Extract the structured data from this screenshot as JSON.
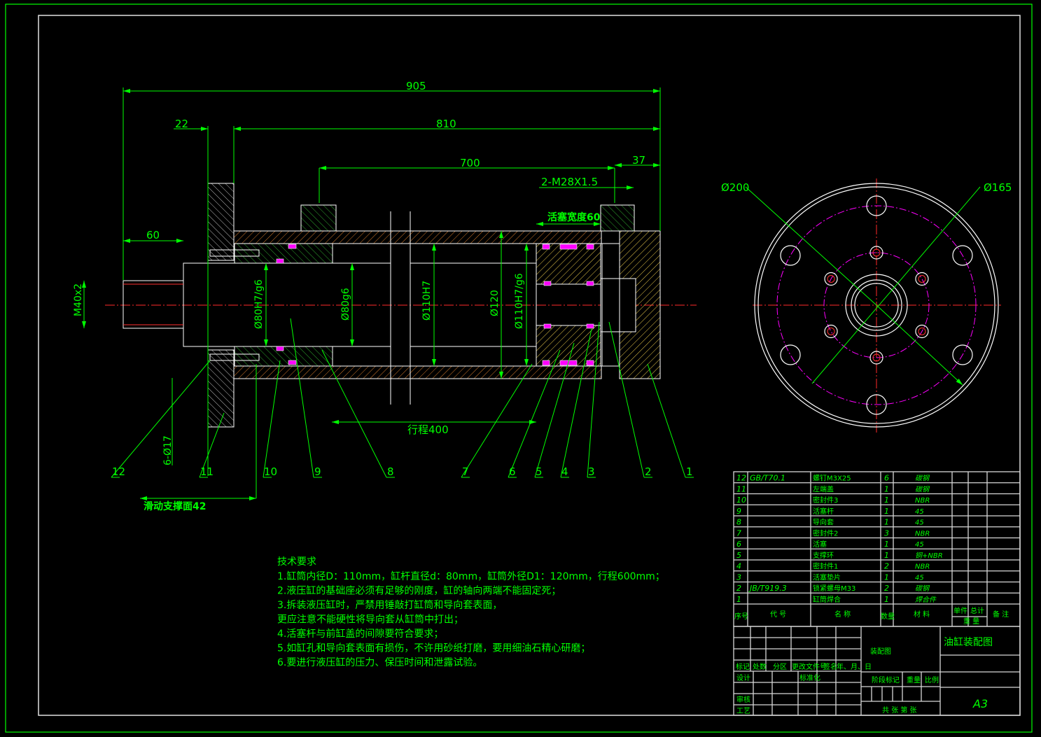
{
  "dimensions": {
    "overall_length": "905",
    "body_length": "810",
    "flange_thickness": "22",
    "port_spacing": "700",
    "end_offset": "37",
    "port_thread": "2-M28X1.5",
    "piston_width": "活塞宽度60",
    "rod_extension": "60",
    "rod_thread": "M40x2",
    "rod_fit": "Ø80H7/g6",
    "rod_diameter": "Ø80g6",
    "bore": "Ø110H7",
    "outer_diameter": "Ø120",
    "piston_fit": "Ø110H7/g6",
    "stroke": "行程400",
    "flange_holes": "6-Ø17",
    "sliding_support": "滑动支撑面42",
    "flange_od": "Ø200",
    "bolt_circle": "Ø165"
  },
  "balloons": [
    "12",
    "11",
    "10",
    "9",
    "8",
    "7",
    "6",
    "5",
    "4",
    "3",
    "2",
    "1"
  ],
  "requirements": {
    "title": "技术要求",
    "lines": [
      "1.缸筒内径D：110mm，缸杆直径d：80mm，缸筒外径D1：120mm，行程600mm；",
      "2.液压缸的基础座必须有足够的刚度，缸的轴向两端不能固定死；",
      "3.拆装液压缸时，严禁用锤敲打缸筒和导向套表面，",
      "更应注意不能硬性将导向套从缸筒中打出；",
      "4.活塞杆与前缸盖的间隙要符合要求；",
      "5.如缸孔和导向套表面有损伤，不许用砂纸打磨，要用细油石精心研磨；",
      "6.要进行液压缸的压力、保压时间和泄露试验。"
    ]
  },
  "parts_list": {
    "rows": [
      {
        "no": "12",
        "code": "GB/T70.1",
        "name": "螺钉M3X25",
        "qty": "6",
        "material": "碳钢"
      },
      {
        "no": "11",
        "code": "",
        "name": "左端盖",
        "qty": "1",
        "material": "碳钢"
      },
      {
        "no": "10",
        "code": "",
        "name": "密封件3",
        "qty": "1",
        "material": "NBR"
      },
      {
        "no": "9",
        "code": "",
        "name": "活塞杆",
        "qty": "1",
        "material": "45"
      },
      {
        "no": "8",
        "code": "",
        "name": "导向套",
        "qty": "1",
        "material": "45"
      },
      {
        "no": "7",
        "code": "",
        "name": "密封件2",
        "qty": "3",
        "material": "NBR"
      },
      {
        "no": "6",
        "code": "",
        "name": "活塞",
        "qty": "1",
        "material": "45"
      },
      {
        "no": "5",
        "code": "",
        "name": "支撑环",
        "qty": "1",
        "material": "铜+NBR"
      },
      {
        "no": "4",
        "code": "",
        "name": "密封件1",
        "qty": "2",
        "material": "NBR"
      },
      {
        "no": "3",
        "code": "",
        "name": "活塞垫片",
        "qty": "1",
        "material": "45"
      },
      {
        "no": "2",
        "code": "JB/T919.3",
        "name": "锁紧螺母M33",
        "qty": "2",
        "material": "碳钢"
      },
      {
        "no": "1",
        "code": "",
        "name": "缸筒焊合",
        "qty": "1",
        "material": "焊合件"
      }
    ],
    "headers": {
      "no": "序号",
      "code": "代 号",
      "name": "名 称",
      "qty": "数量",
      "material": "材 料",
      "unit": "单件",
      "total": "总计",
      "weight": "重 量",
      "remark": "备 注"
    }
  },
  "title_block": {
    "mark": "标记",
    "count": "处数",
    "zone": "分区",
    "change_doc": "更改文件号",
    "sign": "签名",
    "date": "年、月、日",
    "design": "设计",
    "standard": "标准化",
    "review": "审核",
    "process": "工艺",
    "stage": "阶段标记",
    "weight": "重量",
    "scale": "比例",
    "sheets": "共  张  第  张",
    "drawing_type": "装配图",
    "drawing_name": "油缸装配图",
    "size": "A3"
  }
}
